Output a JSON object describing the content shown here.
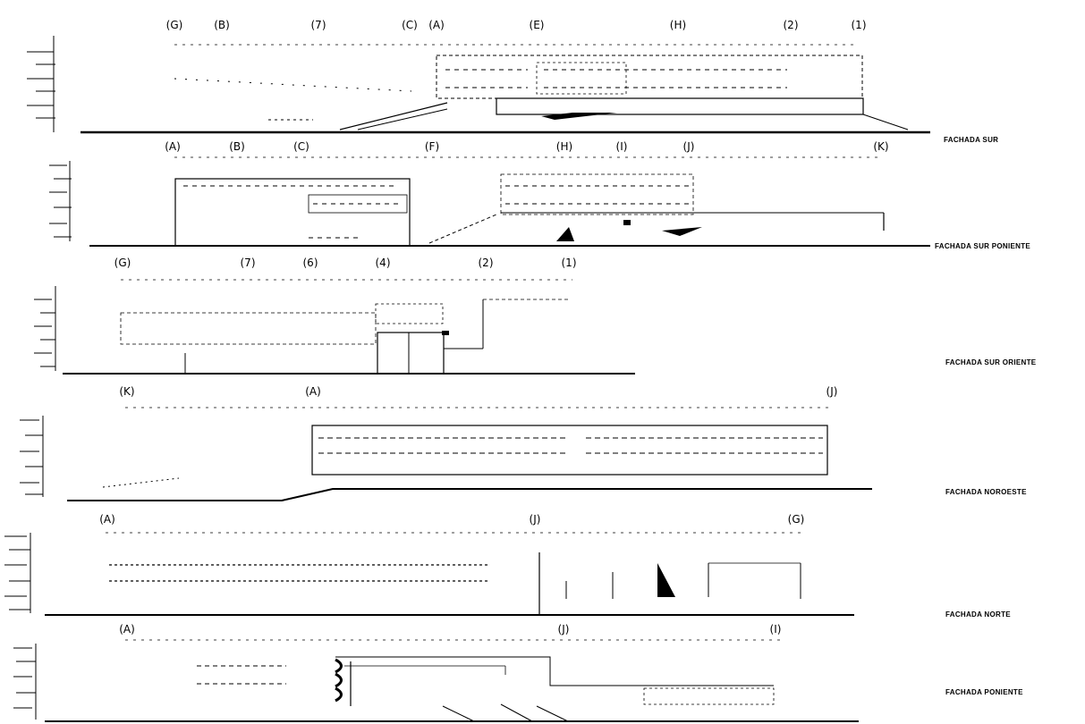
{
  "drawing": {
    "elevations": [
      {
        "title": "FACHADA SUR",
        "grid_labels": [
          "(G)",
          "(B)",
          "(7)",
          "(C)",
          "(A)",
          "(E)",
          "(H)",
          "(2)",
          "(1)"
        ]
      },
      {
        "title": "FACHADA SUR PONIENTE",
        "grid_labels": [
          "(A)",
          "(B)",
          "(C)",
          "(F)",
          "(H)",
          "(I)",
          "(J)",
          "(K)"
        ]
      },
      {
        "title": "FACHADA SUR ORIENTE",
        "grid_labels": [
          "(G)",
          "(7)",
          "(6)",
          "(4)",
          "(2)",
          "(1)"
        ]
      },
      {
        "title": "FACHADA NOROESTE",
        "grid_labels": [
          "(K)",
          "(A)",
          "(J)"
        ]
      },
      {
        "title": "FACHADA NORTE",
        "grid_labels": [
          "(A)",
          "(J)",
          "(G)"
        ]
      },
      {
        "title": "FACHADA PONIENTE",
        "grid_labels": [
          "(A)",
          "(J)",
          "(I)"
        ]
      }
    ]
  }
}
